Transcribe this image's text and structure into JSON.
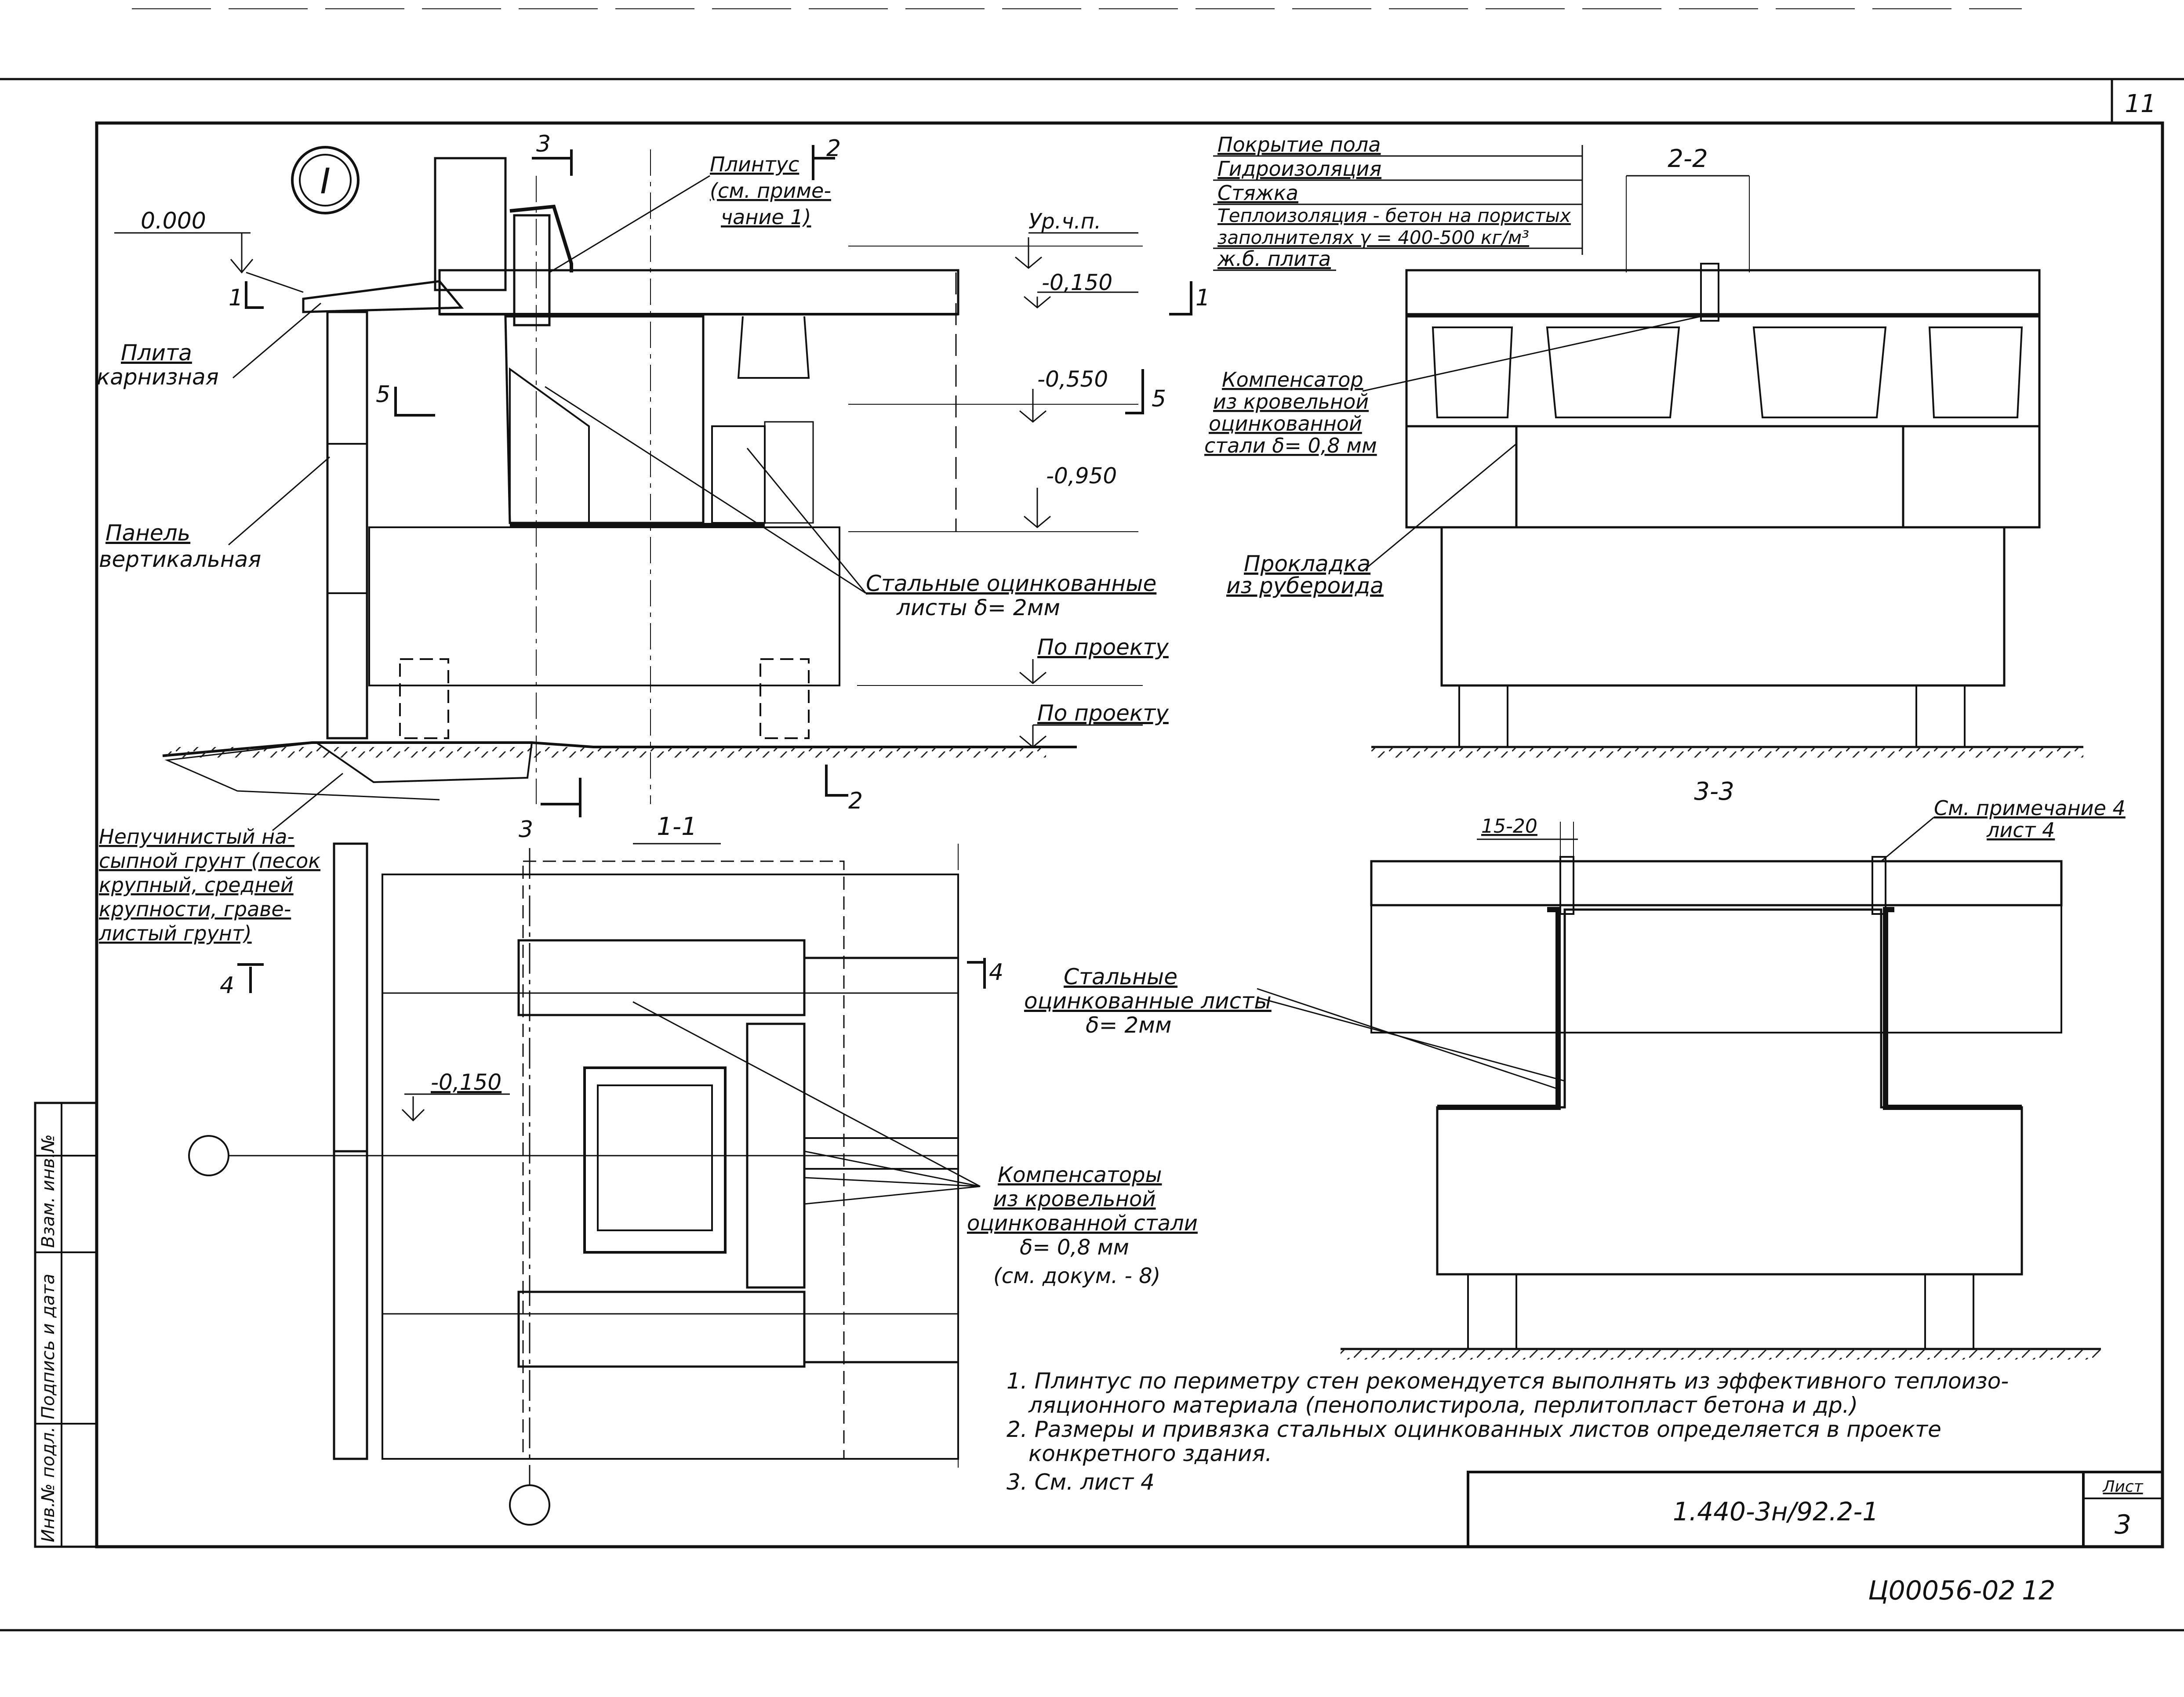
{
  "sheet": {
    "page_number": "11",
    "archive_code": "Ц00056-02",
    "archive_page": "12",
    "doc_code": "1.440-3н/92.2-1",
    "sheet_label": "Лист",
    "sheet_number": "3"
  },
  "side_stamp": [
    "Инв.№ подл.",
    "Подпись и дата",
    "Взам. инв.№"
  ],
  "node_marker": "I",
  "detail_I": {
    "elev_zero": "0.000",
    "elev_floor": "Ур.ч.п.",
    "elev_0150": "-0,150",
    "elev_0550": "-0,550",
    "elev_0950": "-0,950",
    "elev_proj1": "По проекту",
    "elev_proj2": "По проекту",
    "plinth": [
      "Плинтус",
      "(см. приме-",
      "чание 1)"
    ],
    "cornice_slab": [
      "Плита",
      "карнизная"
    ],
    "wall_panel": [
      "Панель",
      "вертикальная"
    ],
    "steel_sheets": [
      "Стальные оцинкованные",
      "листы δ= 2мм"
    ],
    "soil": [
      "Непучинистый на-",
      "сыпной грунт (песок",
      "крупный, средней",
      "крупности, граве-",
      "листый грунт)"
    ],
    "cut_marks": [
      "1",
      "1",
      "2",
      "2",
      "3",
      "3",
      "4",
      "4",
      "5",
      "5"
    ]
  },
  "floor_layers": [
    "Покрытие пола",
    "Гидроизоляция",
    "Стяжка",
    "Теплоизоляция - бетон на пористых",
    "заполнителях γ = 400-500 кг/м³",
    "ж.б. плита"
  ],
  "section_2_2": {
    "title": "2-2",
    "compensator": [
      "Компенсатор",
      "из кровельной",
      "оцинкованной",
      "стали δ= 0,8 мм"
    ],
    "gasket": [
      "Прокладка",
      "из рубероида"
    ]
  },
  "section_3_3": {
    "title": "3-3",
    "dim": "15-20",
    "ref": [
      "См. примечание 4",
      "лист 4"
    ]
  },
  "section_1_1": {
    "title": "1-1",
    "elev": "-0,150",
    "steel_sheets": [
      "Стальные",
      "оцинкованные листы",
      "δ= 2мм"
    ],
    "compensators": [
      "Компенсаторы",
      "из кровельной",
      "оцинкованной стали",
      "δ= 0,8 мм",
      "(см. докум. - 8)"
    ]
  },
  "notes": [
    "1. Плинтус по периметру стен рекомендуется выполнять из эффективного теплоизо-",
    "ляционного материала (пенополистирола, перлитопласт бетона и др.)",
    "2. Размеры и привязка стальных оцинкованных листов определяется в проекте",
    "конкретного здания.",
    "3. См. лист 4"
  ]
}
